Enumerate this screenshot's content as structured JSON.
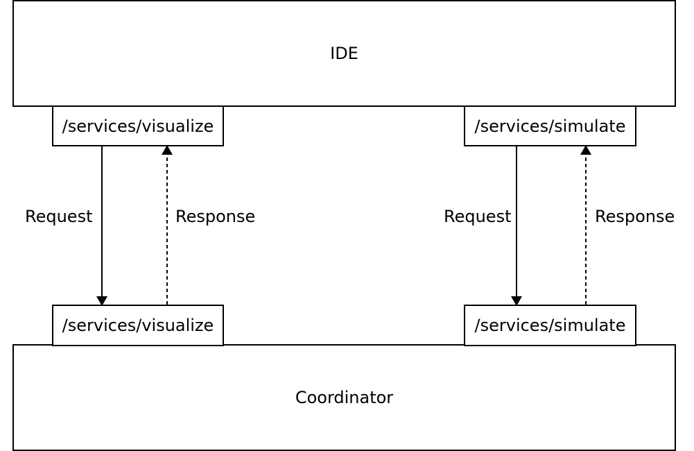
{
  "ide": {
    "label": "IDE"
  },
  "coordinator": {
    "label": "Coordinator"
  },
  "ide_endpoints": {
    "visualize": "/services/visualize",
    "simulate": "/services/simulate"
  },
  "coordinator_endpoints": {
    "visualize": "/services/visualize",
    "simulate": "/services/simulate"
  },
  "flows": [
    {
      "request_label": "Request",
      "response_label": "Response"
    },
    {
      "request_label": "Request",
      "response_label": "Response"
    }
  ]
}
